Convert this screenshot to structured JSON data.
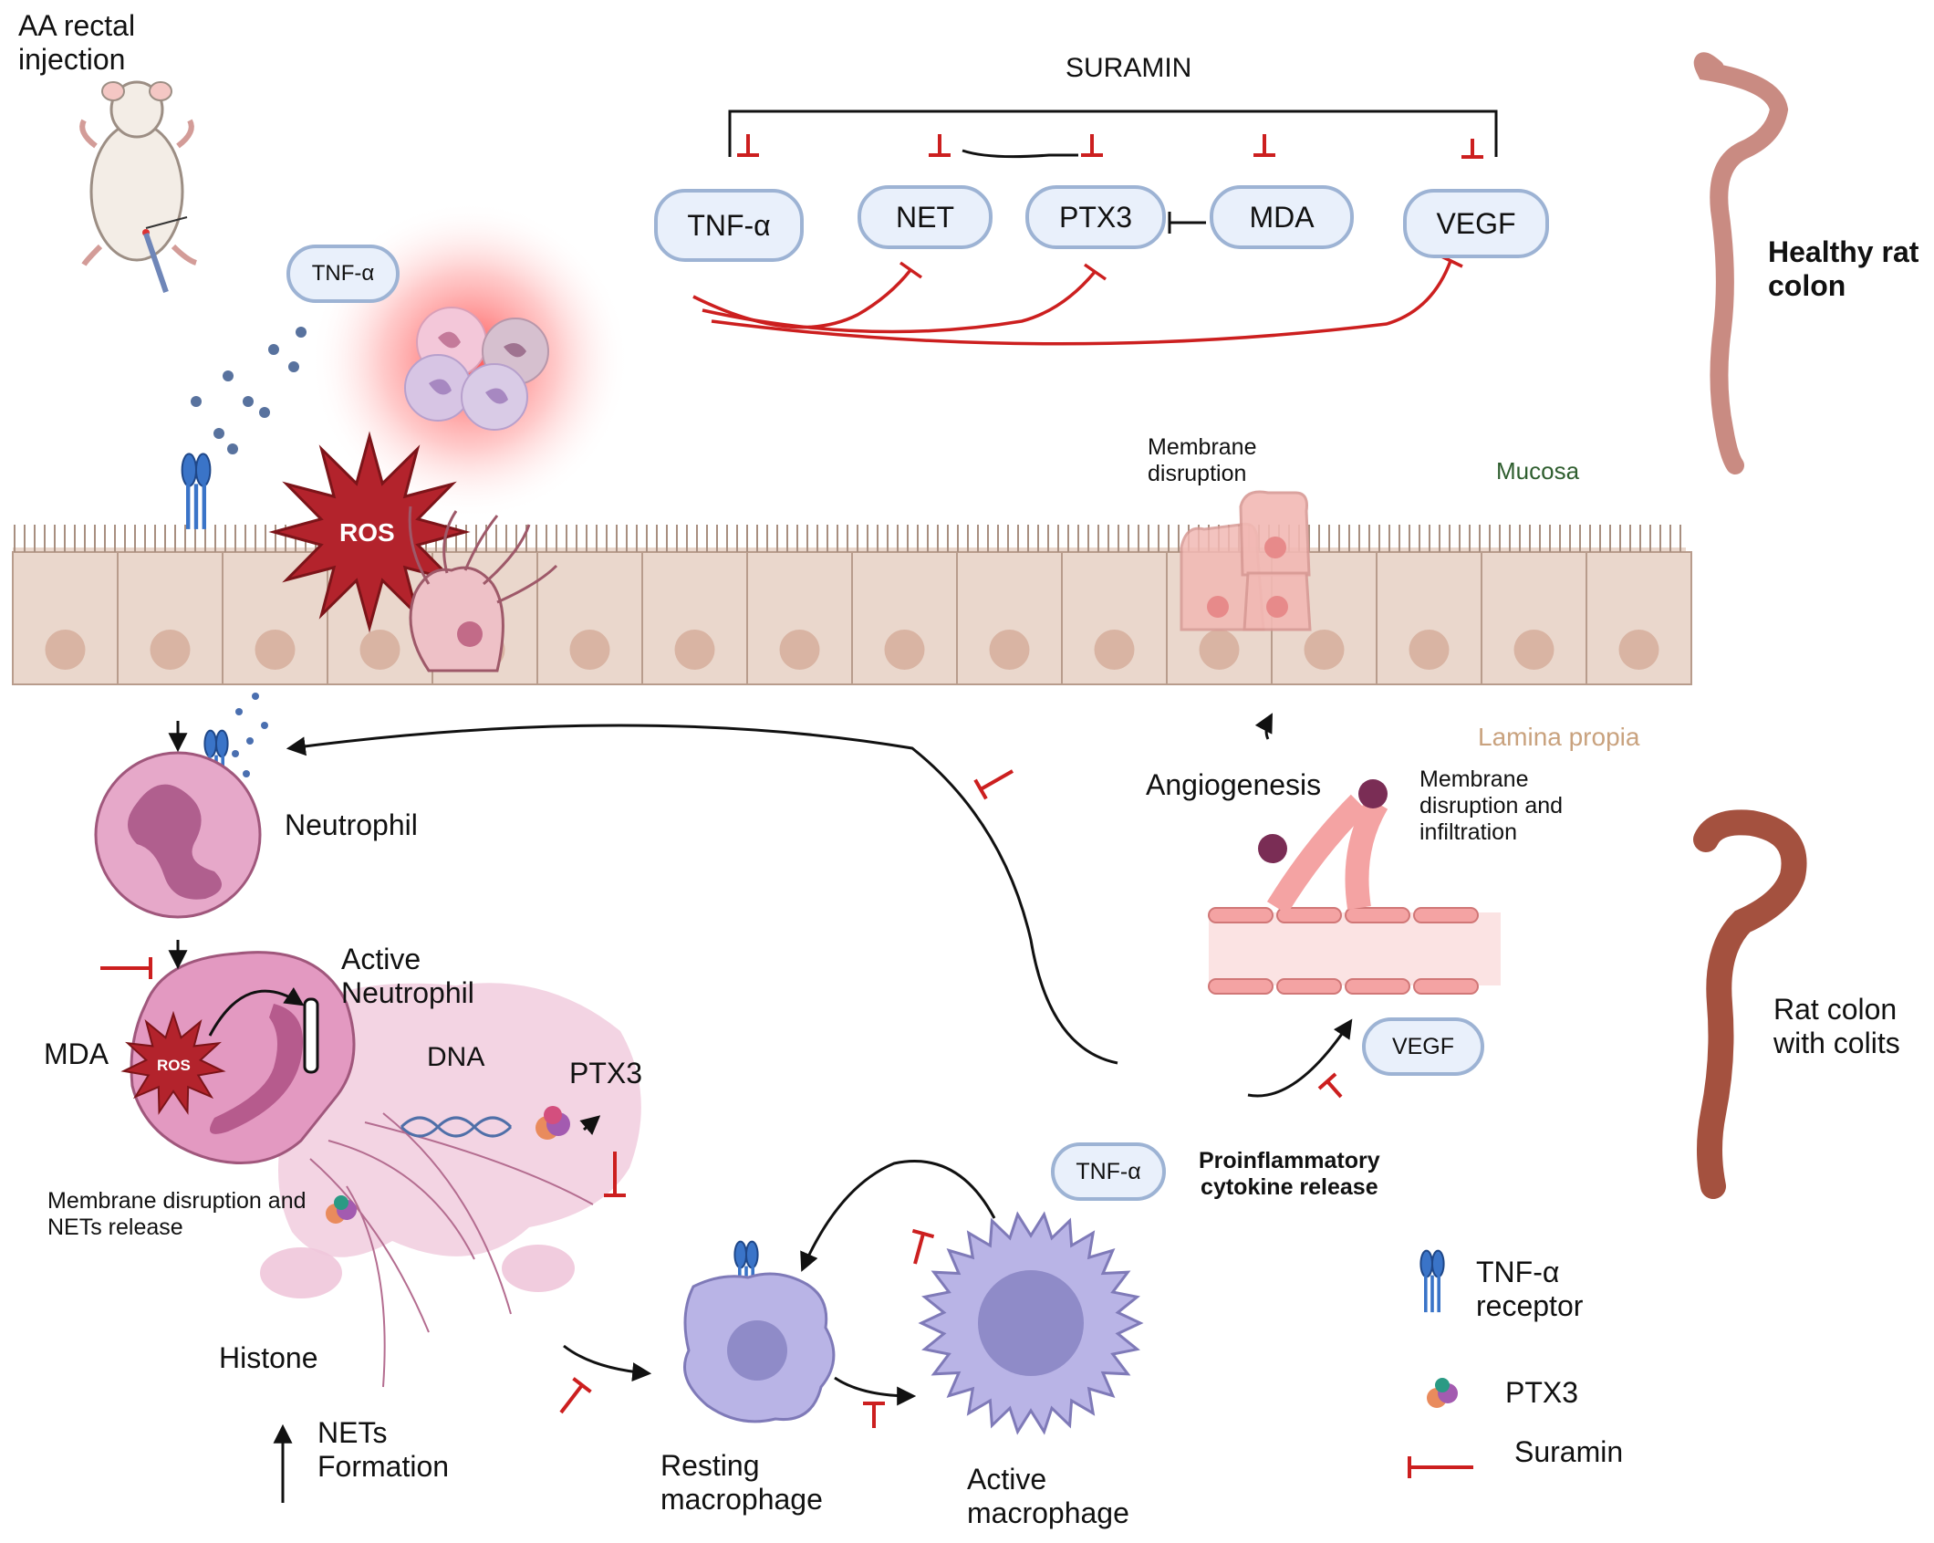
{
  "top": {
    "injection_label": "AA rectal\ninjection",
    "suramin_title": "SURAMIN",
    "pills": [
      "TNF-α",
      "NET",
      "PTX3",
      "MDA",
      "VEGF"
    ],
    "tnf_small": "TNF-α",
    "healthy_colon": "Healthy rat\ncolon"
  },
  "epithelium": {
    "ros": "ROS",
    "membrane_disruption": "Membrane\ndisruption",
    "mucosa": "Mucosa",
    "lamina_propia": "Lamina propia"
  },
  "left": {
    "neutrophil": "Neutrophil",
    "active_neutrophil": "Active\nNeutrophil",
    "mda": "MDA",
    "ros_small": "ROS",
    "dna": "DNA",
    "ptx3": "PTX3",
    "nets_release": "Membrane disruption and\nNETs release",
    "histone": "Histone",
    "nets_formation": "NETs\nFormation"
  },
  "right": {
    "angiogenesis": "Angiogenesis",
    "infiltration": "Membrane\ndisruption and\ninfiltration",
    "vegf": "VEGF",
    "tnf": "TNF-α",
    "proinflammatory": "Proinflammatory\ncytokine release",
    "colitis_colon": "Rat colon\nwith colits"
  },
  "bottom": {
    "resting_macrophage": "Resting\nmacrophage",
    "active_macrophage": "Active\nmacrophage"
  },
  "legend": {
    "tnf_receptor": "TNF-α\nreceptor",
    "ptx3": "PTX3",
    "suramin": "Suramin"
  },
  "colors": {
    "inhibit_red": "#cc1f1f",
    "pill_border": "#9db3d4",
    "pill_fill": "#e9f0fb",
    "cell_fill": "#ead7cc",
    "neutrophil_pink": "#e39ac2",
    "macrophage_purple": "#a9a6dc",
    "mucosa_green": "#2f5e2f",
    "lamina_tan": "#c9a27e"
  }
}
